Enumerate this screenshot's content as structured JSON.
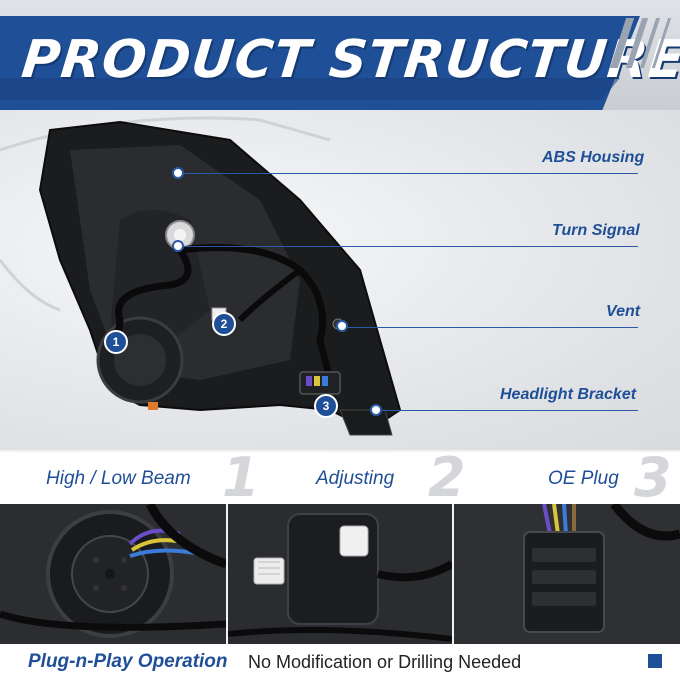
{
  "header": {
    "title": "PRODUCT STRUCTURE"
  },
  "callouts": [
    {
      "label": "ABS Housing"
    },
    {
      "label": "Turn Signal"
    },
    {
      "label": "Vent"
    },
    {
      "label": "Headlight Bracket"
    }
  ],
  "badges": [
    "1",
    "2",
    "3"
  ],
  "features": [
    {
      "label": "High / Low Beam",
      "number": "1"
    },
    {
      "label": "Adjusting",
      "number": "2"
    },
    {
      "label": "OE Plug",
      "number": "3"
    }
  ],
  "footer": {
    "main": "Plug-n-Play Operation",
    "sub": "No Modification or Drilling Needed"
  },
  "colors": {
    "brand_blue": "#1f4f97",
    "dark": "#222222",
    "background": "#f0f1f3"
  }
}
